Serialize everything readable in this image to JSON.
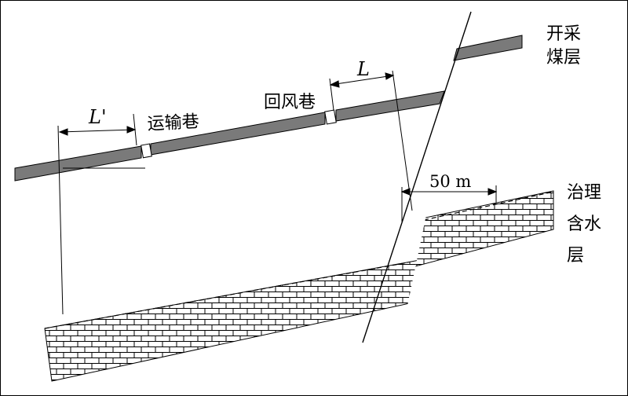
{
  "labels": {
    "mined_seam_line1": "开采",
    "mined_seam_line2": "煤层",
    "haulage_roadway": "运输巷",
    "return_air_roadway": "回风巷",
    "length_L": "L",
    "length_L_prime": "L'",
    "distance_50m": "50 m",
    "aquifer_line1": "治理",
    "aquifer_line2": "含水",
    "aquifer_line3": "层"
  },
  "colors": {
    "seam_fill": "#7a7a7a",
    "line": "#000000",
    "background": "#ffffff"
  }
}
